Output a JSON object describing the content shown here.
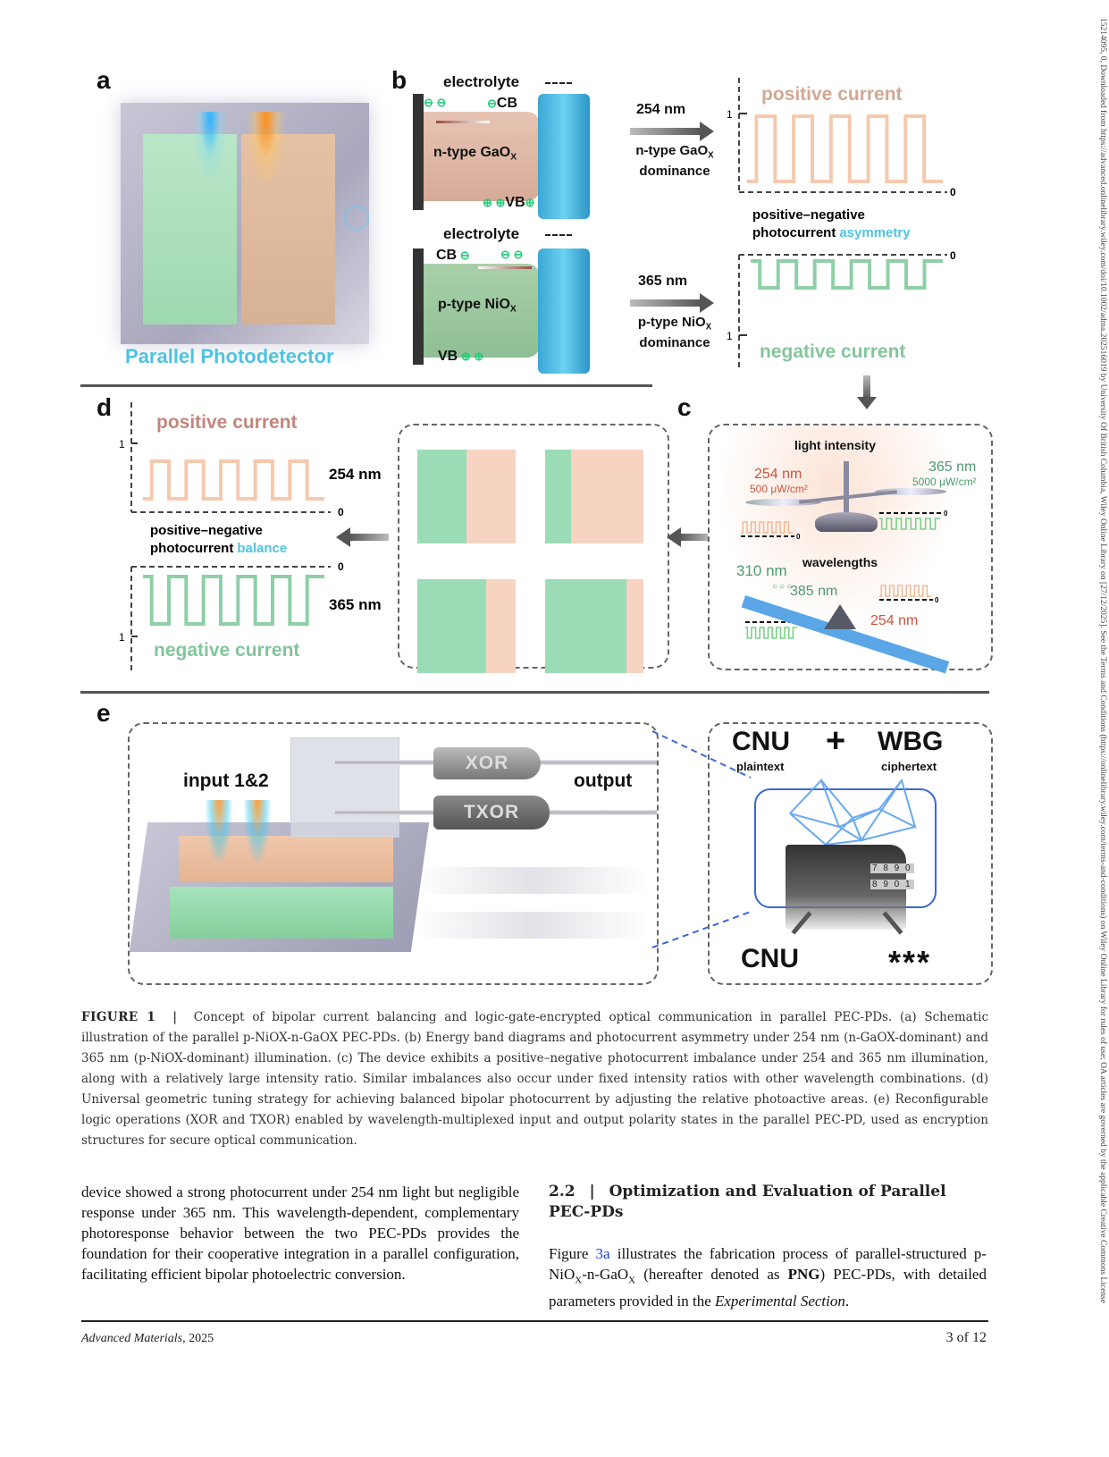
{
  "side_note": "15214095, 0, Downloaded from https://advanced.onlinelibrary.wiley.com/doi/10.1002/adma.202516019 by University Of British Columbia, Wiley Online Library on [27/12/2025]. See the Terms and Conditions (https://onlinelibrary.wiley.com/terms-and-conditions) on Wiley Online Library for rules of use; OA articles are governed by the applicable Creative Commons License",
  "figure": {
    "panel_a": {
      "letter": "a",
      "label": "Parallel Photodetector"
    },
    "panel_b": {
      "letter": "b",
      "top": {
        "electrolyte": "electrolyte",
        "cb": "CB",
        "vb": "VB",
        "material": "n-type GaO",
        "material_sub": "X",
        "wavelength": "254 nm",
        "dominance_line1": "n-type GaO",
        "dominance_sub": "X",
        "dominance_line2": "dominance"
      },
      "bottom": {
        "electrolyte": "electrolyte",
        "cb": "CB",
        "vb": "VB",
        "material": "p-type NiO",
        "material_sub": "X",
        "wavelength": "365 nm",
        "dominance_line1": "p-type NiO",
        "dominance_sub": "X",
        "dominance_line2": "dominance"
      },
      "plot_top": {
        "title": "positive current",
        "tick_one": "1",
        "tick_zero": "0"
      },
      "asym_line1": "positive–negative",
      "asym_line2": "photocurrent",
      "asym_word": "asymmetry",
      "plot_bottom": {
        "title": "negative current",
        "tick_one": "1",
        "tick_zero": "0"
      }
    },
    "panel_c": {
      "letter": "c",
      "intensity_title": "light intensity",
      "left_wl": "254 nm",
      "left_power": "500 μW/cm²",
      "right_wl": "365 nm",
      "right_power": "5000 μW/cm²",
      "zero": "0",
      "wavelengths_title": "wavelengths",
      "wl_310": "310 nm",
      "wl_385": "385 nm",
      "wl_254": "254 nm"
    },
    "panel_d": {
      "letter": "d",
      "pos_title": "positive current",
      "neg_title": "negative current",
      "tick_one": "1",
      "tick_zero": "0",
      "wl_254": "254 nm",
      "wl_365": "365 nm",
      "balance_line1": "positive–negative",
      "balance_line2": "photocurrent",
      "balance_word": "balance",
      "area_ratios_green": [
        0.5,
        0.26,
        0.7,
        0.83
      ]
    },
    "panel_e": {
      "letter": "e",
      "input_label": "input 1&2",
      "output_label": "output",
      "gate1": "XOR",
      "gate2": "TXOR",
      "cnu": "CNU",
      "plus": "+",
      "wbg": "WBG",
      "plaintext": "plaintext",
      "ciphertext": "ciphertext",
      "out_left": "CNU",
      "out_right": "***",
      "lock_digits_row1": "7 8 9 0",
      "lock_digits_row2": "8 9 0 1"
    },
    "colors": {
      "positive": "#f5c9ae",
      "negative": "#8fcfa8",
      "accent_cyan": "#4ec3e0",
      "lock_blue": "#3b67d6"
    }
  },
  "caption": {
    "label": "FIGURE 1",
    "sep": "|",
    "text": "Concept of bipolar current balancing and logic-gate-encrypted optical communication in parallel PEC-PDs. (a) Schematic illustration of the parallel p-NiOX-n-GaOX PEC-PDs. (b) Energy band diagrams and photocurrent asymmetry under 254 nm (n-GaOX-dominant) and 365 nm (p-NiOX-dominant) illumination. (c) The device exhibits a positive–negative photocurrent imbalance under 254 and 365 nm illumination, along with a relatively large intensity ratio. Similar imbalances also occur under fixed intensity ratios with other wavelength combinations. (d) Universal geometric tuning strategy for achieving balanced bipolar photocurrent by adjusting the relative photoactive areas. (e) Reconfigurable logic operations (XOR and TXOR) enabled by wavelength-multiplexed input and output polarity states in the parallel PEC-PD, used as encryption structures for secure optical communication."
  },
  "body": {
    "left_paragraph": "device showed a strong photocurrent under 254 nm light but negligible response under 365 nm. This wavelength-dependent, complementary photoresponse behavior between the two PEC-PDs provides the foundation for their cooperative integration in a parallel configuration, facilitating efficient bipolar photoelectric conversion.",
    "section_number": "2.2",
    "section_sep": "|",
    "section_title": "Optimization and Evaluation of Parallel PEC-PDs",
    "right_p_start": "Figure ",
    "right_p_link": "3a",
    "right_p_mid1": " illustrates the fabrication process of parallel-structured p-NiO",
    "right_p_mid2": "-n-GaO",
    "right_p_mid3": " (hereafter denoted as ",
    "right_p_bold": "PNG",
    "right_p_mid4": ") PEC-PDs, with detailed parameters provided in the ",
    "right_p_italic": "Experimental Section",
    "right_p_end": ".",
    "sub_x": "X"
  },
  "footer": {
    "journal": "Advanced Materials",
    "year": ", 2025",
    "page": "3 of 12"
  }
}
